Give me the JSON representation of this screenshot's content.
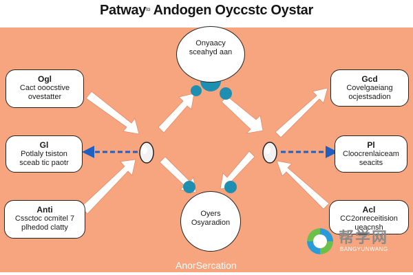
{
  "title": {
    "main": "Patway",
    "small": "ᵗᵒ",
    "rest": " Andogen Oyccstc Oystar"
  },
  "nodes": {
    "top_left": {
      "head": "Ogl",
      "lines": [
        "Cact ooocstive",
        "ovestatter"
      ]
    },
    "mid_left": {
      "head": "Gl",
      "lines": [
        "Potlaly tsiston",
        "sceab tic paotr"
      ]
    },
    "bottom_left": {
      "head": "Anti",
      "lines": [
        "Cssctoc ocmitel 7",
        "plhedod clatty"
      ]
    },
    "top_center": {
      "head": "",
      "lines": [
        "Onyaacy",
        "sceahyd aan"
      ]
    },
    "bottom_center": {
      "head": "",
      "lines": [
        "Oyers",
        "Osyaradion"
      ]
    },
    "top_right": {
      "head": "Gcd",
      "lines": [
        "Covelgaeiang",
        "ocjestsadion"
      ]
    },
    "mid_right": {
      "head": "Pl",
      "lines": [
        "Cloocrenlaiceam",
        "seacits"
      ]
    },
    "bottom_right": {
      "head": "Acl",
      "lines": [
        "CC2onreceitision",
        "ueacnsh"
      ]
    }
  },
  "footer": "AnorSercation",
  "watermark": {
    "cn": "帮学网",
    "en": "BANGYUNWANG"
  },
  "colors": {
    "background": "#f7a57f",
    "accent": "#1e8fb0",
    "dashed_arrow": "#1f5fc2",
    "title": "#151515"
  }
}
